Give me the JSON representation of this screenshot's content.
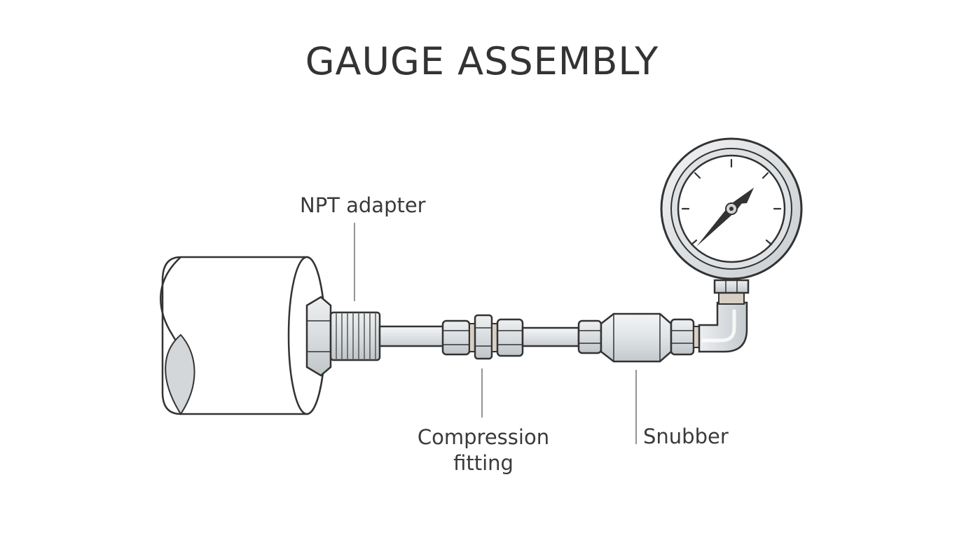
{
  "title": "GAUGE ASSEMBLY",
  "labels": {
    "npt_adapter": "NPT adapter",
    "compression_fitting_line1": "Compression",
    "compression_fitting_line2": "fitting",
    "snubber": "Snubber"
  },
  "colors": {
    "outline": "#333333",
    "metal_light": "#e4e7ea",
    "metal_mid": "#cfd4d8",
    "metal_dark": "#b7bdc2",
    "brass_ring": "#d8cfc4",
    "pipe_fill": "#ffffff",
    "pipe_section": "#d3d7da",
    "leader_line": "#888888"
  }
}
